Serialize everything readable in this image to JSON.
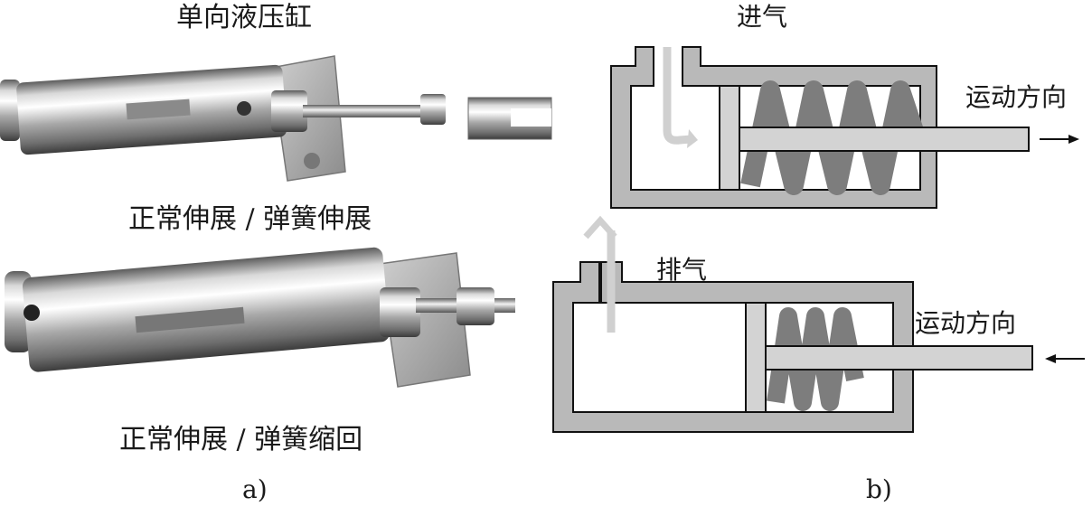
{
  "panel_a": {
    "photo1_title": "单向液压缸",
    "photo1_caption": "正常伸展 / 弹簧伸展",
    "photo2_caption": "正常伸展 / 弹簧缩回",
    "sublabel": "a)"
  },
  "panel_b": {
    "top": {
      "port_label": "进气",
      "motion_label": "运动方向",
      "motion_direction": "right"
    },
    "bottom": {
      "port_label": "排气",
      "motion_label": "运动方向",
      "motion_direction": "left"
    },
    "sublabel": "b)"
  },
  "colors": {
    "housing": "#b9b9b9",
    "spring": "#7d7d7d",
    "piston": "#d3d3d3",
    "air_arrow": "#d0d0d0"
  }
}
